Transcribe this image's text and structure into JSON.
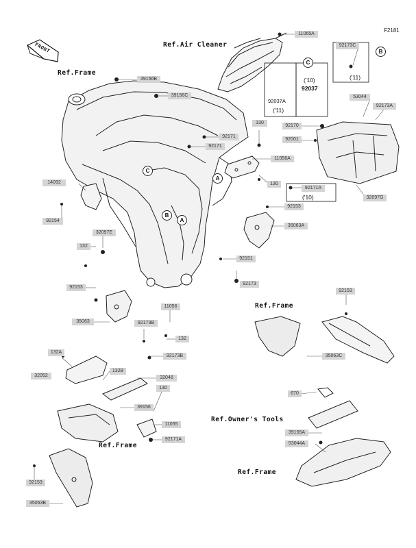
{
  "figure_code": "F2181",
  "front_label": "FRONT",
  "refs": {
    "air_cleaner": "Ref.Air Cleaner",
    "frame_top": "Ref.Frame",
    "frame_mid": "Ref.Frame",
    "frame_low": "Ref.Frame",
    "frame_tail": "Ref.Frame",
    "owners_tools": "Ref.Owner's Tools"
  },
  "circle_tags": {
    "c_top": "C",
    "b_top": "B",
    "c_frame": "C",
    "b_frame": "B",
    "a_frame": "A",
    "a_bracket": "A"
  },
  "box_11": {
    "part": "92037A",
    "year": "('11)"
  },
  "box_10": {
    "year": "('10)",
    "part": "92037"
  },
  "box_173c_year": "('11)",
  "box_171a_year": "('10)",
  "parts": {
    "p11065a": "11065A",
    "p92173c": "92173C",
    "p39156b": "39156B",
    "p39156c": "39156C",
    "p53044": "53044",
    "p92173a": "92173A",
    "p92170": "92170",
    "p92001": "92001",
    "p130a": "130",
    "p92171a1": "92171",
    "p92171a2": "92171",
    "p11056a": "11056A",
    "p130b": "130",
    "p92171a": "92171A",
    "p32097g": "32097G",
    "p14092": "14092",
    "p92154": "92154",
    "p92153a": "92153",
    "p35063a": "35063A",
    "p32097e": "32097E",
    "p132a": "132",
    "p92151": "92151",
    "p92153b": "92153",
    "p92173": "92173",
    "p92153c": "92153",
    "p11056": "11056",
    "p35063": "35063",
    "p92173b": "92173B",
    "p132b": "132",
    "p92173b2": "92173B",
    "p35063c": "35063C",
    "p132a2": "132A",
    "p132b2": "132B",
    "p32052": "32052",
    "p32046": "32046",
    "p130c": "130",
    "p39156": "39156",
    "p11055": "11055",
    "p92171a2b": "92171A",
    "p670": "670",
    "p39155a": "39155A",
    "p53044a": "53044A",
    "p92153d": "92153",
    "p35063b": "35063B"
  }
}
